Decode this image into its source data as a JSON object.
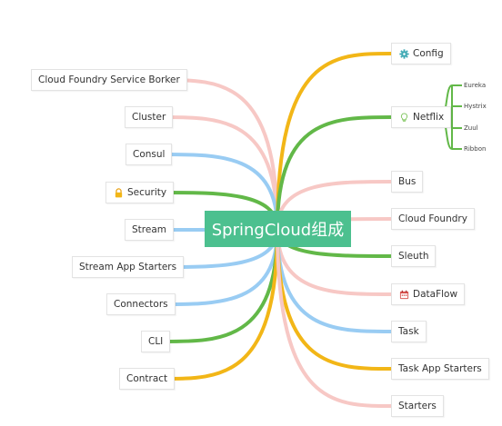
{
  "center": {
    "label": "SpringCloud组成"
  },
  "colors": {
    "yellow": "#f2b617",
    "green": "#62b848",
    "pink": "#f7c8c5",
    "blue": "#99ccf3",
    "center": "#4cc08f"
  },
  "left_nodes": [
    {
      "label": "Cloud Foundry Service Borker",
      "color": "pink"
    },
    {
      "label": "Cluster",
      "color": "pink"
    },
    {
      "label": "Consul",
      "color": "blue"
    },
    {
      "label": "Security",
      "color": "green",
      "icon": "lock-icon"
    },
    {
      "label": "Stream",
      "color": "blue"
    },
    {
      "label": "Stream App Starters",
      "color": "blue"
    },
    {
      "label": "Connectors",
      "color": "blue"
    },
    {
      "label": "CLI",
      "color": "green"
    },
    {
      "label": "Contract",
      "color": "yellow"
    }
  ],
  "right_nodes": [
    {
      "label": "Config",
      "color": "yellow",
      "icon": "gear-icon"
    },
    {
      "label": "Netflix",
      "color": "green",
      "icon": "lightbulb-icon"
    },
    {
      "label": "Bus",
      "color": "pink"
    },
    {
      "label": "Cloud Foundry",
      "color": "pink"
    },
    {
      "label": "Sleuth",
      "color": "green"
    },
    {
      "label": "DataFlow",
      "color": "pink",
      "icon": "calendar-icon"
    },
    {
      "label": "Task",
      "color": "blue"
    },
    {
      "label": "Task App Starters",
      "color": "yellow"
    },
    {
      "label": "Starters",
      "color": "pink"
    }
  ],
  "netflix_children": [
    "Eureka",
    "Hystrix",
    "Zuul",
    "Ribbon"
  ]
}
